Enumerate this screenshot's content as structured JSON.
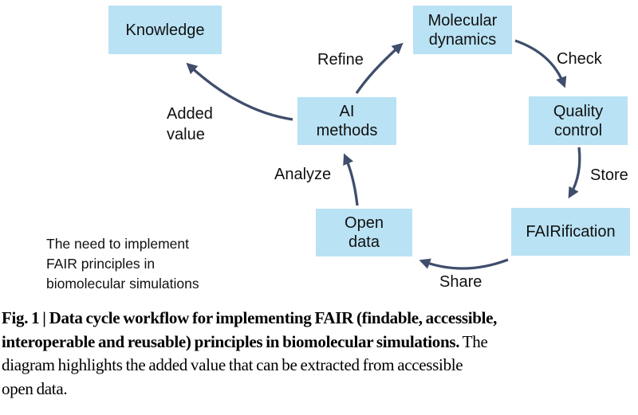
{
  "diagram": {
    "boxes": {
      "knowledge": {
        "label": "Knowledge"
      },
      "molecular_dynamics": {
        "label": "Molecular\ndynamics"
      },
      "quality_control": {
        "label": "Quality\ncontrol"
      },
      "fairification": {
        "label": "FAIRification"
      },
      "open_data": {
        "label": "Open\ndata"
      },
      "ai_methods": {
        "label": "AI\nmethods"
      }
    },
    "arrow_labels": {
      "refine": "Refine",
      "check": "Check",
      "store": "Store",
      "share": "Share",
      "analyze": "Analyze",
      "added_value": "Added\nvalue"
    },
    "side_note": "The need to implement\nFAIR principles in\nbiomolecular simulations",
    "colors": {
      "box_fill": "#b9e2f4",
      "arrow": "#3e4e6b",
      "text": "#1a1a1a"
    }
  },
  "caption": {
    "lines": [
      {
        "bold": "Fig. 1 | Data cycle workflow for implementing FAIR (findable, accessible,",
        "normal": ""
      },
      {
        "bold": "interoperable and reusable) principles in biomolecular simulations.",
        "normal": " The"
      },
      {
        "bold": "",
        "normal": "diagram highlights the added value that can be extracted from accessible"
      },
      {
        "bold": "",
        "normal": "open data."
      }
    ]
  }
}
